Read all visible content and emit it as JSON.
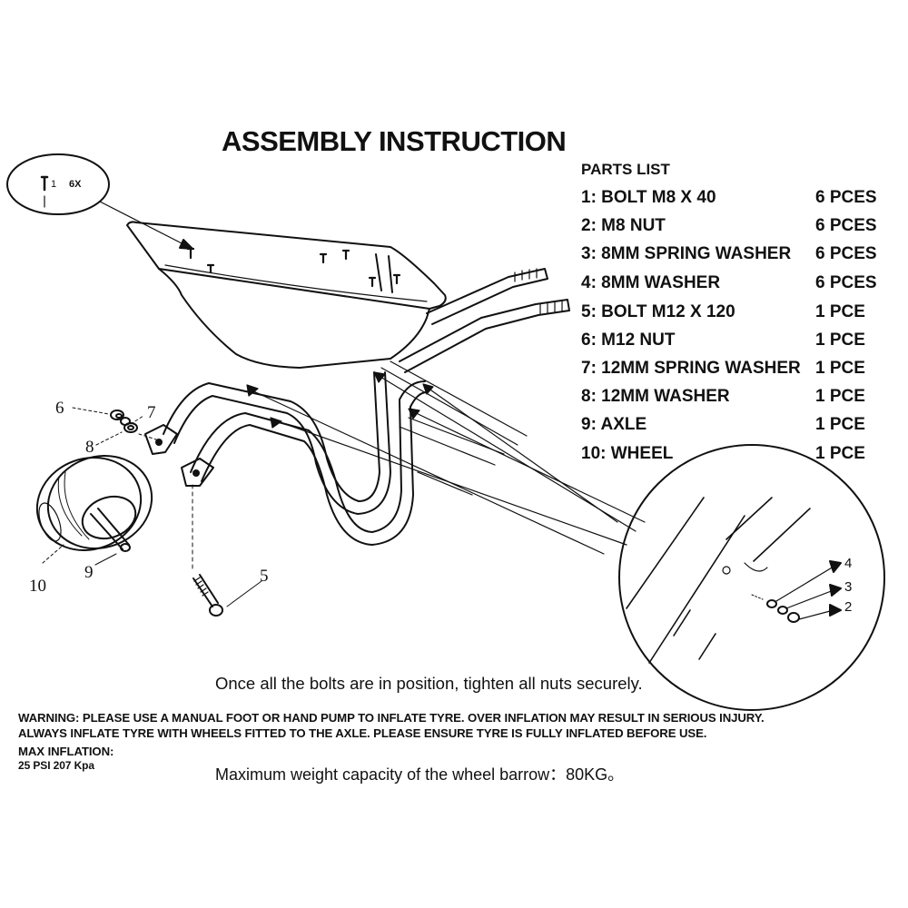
{
  "title": "ASSEMBLY INSTRUCTION",
  "inset_bolt": {
    "number": "1",
    "count": "6X"
  },
  "parts_list": {
    "heading": "PARTS LIST",
    "items": [
      {
        "name": "1: BOLT M8 X 40",
        "qty": "6 PCES"
      },
      {
        "name": "2: M8 NUT",
        "qty": "6 PCES"
      },
      {
        "name": "3: 8MM SPRING WASHER",
        "qty": "6 PCES"
      },
      {
        "name": "4: 8MM WASHER",
        "qty": "6 PCES"
      },
      {
        "name": "5: BOLT M12 X 120",
        "qty": "1 PCE"
      },
      {
        "name": "6:  M12 NUT",
        "qty": "1 PCE"
      },
      {
        "name": "7: 12MM SPRING WASHER",
        "qty": "1 PCE"
      },
      {
        "name": "8: 12MM WASHER",
        "qty": "1 PCE"
      },
      {
        "name": "9:  AXLE",
        "qty": "1 PCE"
      },
      {
        "name": "10:  WHEEL",
        "qty": "1 PCE"
      }
    ]
  },
  "callouts": {
    "c6": "6",
    "c7": "7",
    "c8": "8",
    "c10": "10",
    "c9": "9",
    "c5": "5",
    "c4": "4",
    "c3": "3",
    "c2": "2"
  },
  "instruction_note": "Once all the bolts are in position, tighten all nuts securely.",
  "warning_line1": "WARNING: PLEASE USE A MANUAL FOOT OR HAND PUMP TO INFLATE TYRE. OVER INFLATION MAY RESULT IN SERIOUS INJURY.",
  "warning_line2": "ALWAYS INFLATE TYRE WITH WHEELS FITTED TO THE AXLE. PLEASE ENSURE TYRE IS FULLY INFLATED BEFORE USE.",
  "max_inflation_label": "MAX INFLATION:",
  "max_inflation_value": "25 PSI 207 Kpa",
  "max_weight": "Maximum weight capacity of the wheel barrow：80KG。"
}
